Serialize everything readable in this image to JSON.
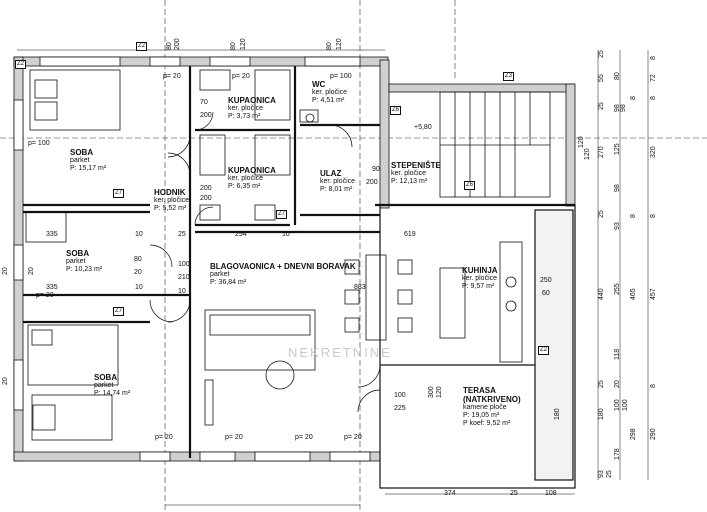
{
  "rooms": {
    "soba1": {
      "name": "SOBA",
      "floor": "parket",
      "area": "P: 15,17 m²"
    },
    "soba2": {
      "name": "SOBA",
      "floor": "parket",
      "area": "P: 10,23 m²"
    },
    "soba3": {
      "name": "SOBA",
      "floor": "parket",
      "area": "P: 14,74 m²"
    },
    "kup1": {
      "name": "KUPAONICA",
      "floor": "ker. pločice",
      "area": "P: 3,73 m²"
    },
    "kup2": {
      "name": "KUPAONICA",
      "floor": "ker. pločice",
      "area": "P: 6,35 m²"
    },
    "wc": {
      "name": "WC",
      "floor": "ker. pločice",
      "area": "P: 4,51 m²"
    },
    "ulaz": {
      "name": "ULAZ",
      "floor": "ker. pločice",
      "area": "P: 8,01 m²"
    },
    "stepeniste": {
      "name": "STEPENIŠTE",
      "floor": "ker. pločice",
      "area": "P: 12,13 m²"
    },
    "hodnik": {
      "name": "HODNIK",
      "floor": "ker. pločice",
      "area": "P: 5,52 m²"
    },
    "boravak": {
      "name": "BLAGOVAONICA + DNEVNI BORAVAK",
      "floor": "parket",
      "area": "P: 36,84 m²"
    },
    "kuhinja": {
      "name": "KUHINJA",
      "floor": "ker. pločice",
      "area": "P: 9,57 m²"
    },
    "terasa": {
      "name": "TERASA",
      "sub": "(NATKRIVENO)",
      "floor": "kamene ploče",
      "area": "P: 19,05 m²",
      "koef": "P koef: 9,52 m²"
    }
  },
  "tags": {
    "z2a": "Z2",
    "z3": "Z3",
    "z6": "Z6",
    "z7a": "Z7",
    "z7b": "Z7",
    "z7c": "Z7",
    "z2b": "Z2",
    "z2c": "Z2",
    "z6b": "Z6"
  },
  "labels": {
    "level": "+5,80",
    "watermark": "NEKRETNINE"
  },
  "dims": {
    "top": [
      "80",
      "200",
      "80",
      "120",
      "80",
      "120"
    ],
    "inner": [
      "335",
      "10",
      "335",
      "10",
      "254",
      "10",
      "619",
      "883",
      "10",
      "25",
      "100",
      "210",
      "200",
      "90",
      "200",
      "70",
      "200",
      "200",
      "80",
      "20",
      "60",
      "250",
      "100",
      "225",
      "300",
      "120",
      "p= 20",
      "p= 20",
      "p= 20",
      "p= 20",
      "p= 20",
      "p= 100",
      "p= 20",
      "p= 20",
      "p= 100"
    ],
    "right1": [
      "25",
      "55",
      "25",
      "98",
      "120",
      "120",
      "98",
      "25",
      "93",
      "440",
      "255",
      "100",
      "25",
      "178",
      "180",
      "180",
      "298",
      "93",
      "25"
    ],
    "right2": [
      "80",
      "98",
      "125",
      "270",
      "8",
      "8",
      "465",
      "118",
      "20",
      "100",
      "290"
    ],
    "right3": [
      "8",
      "72",
      "8",
      "320",
      "8",
      "457",
      "8"
    ],
    "bottom": [
      "374",
      "25",
      "108"
    ],
    "left": [
      "20",
      "20",
      "20"
    ]
  }
}
